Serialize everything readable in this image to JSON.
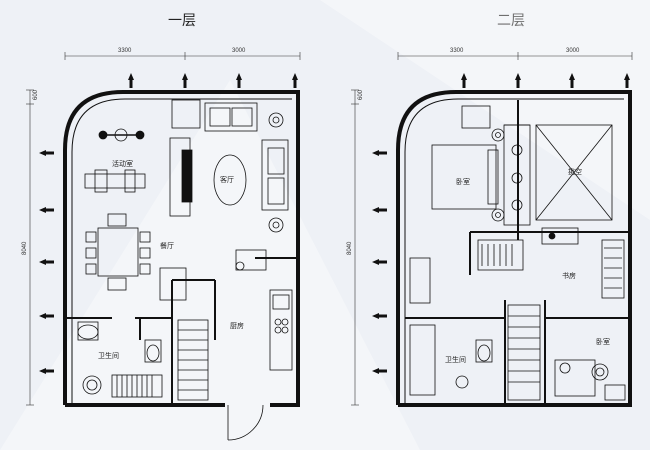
{
  "floor1": {
    "title": "一层",
    "dims": {
      "top_left": "3300",
      "top_right": "3000",
      "side_small": "600",
      "side_total": "8040"
    },
    "rooms": {
      "activity": "活动室",
      "living": "客厅",
      "dining": "餐厅",
      "kitchen": "厨房",
      "bathroom": "卫生间"
    }
  },
  "floor2": {
    "title": "二层",
    "dims": {
      "top_left": "3300",
      "top_right": "3000",
      "side_small": "600",
      "side_total": "8040"
    },
    "rooms": {
      "bedroom_main": "卧室",
      "void": "挑空",
      "study": "书房",
      "bathroom": "卫生间",
      "bedroom_small": "卧室"
    }
  },
  "colors": {
    "wall": "#111111",
    "line": "#333333",
    "background": "#eef1f6"
  }
}
